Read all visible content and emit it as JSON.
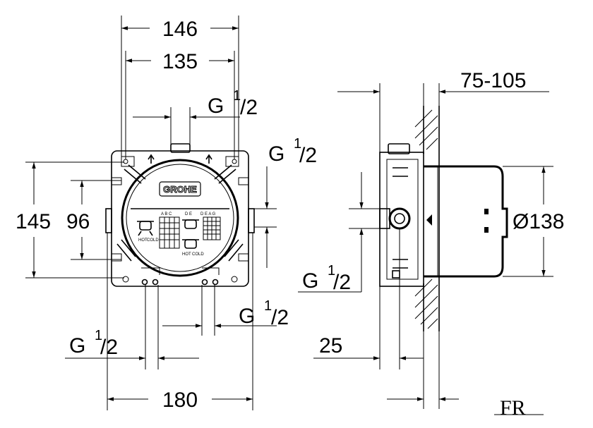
{
  "front_view": {
    "brand": "GROHE",
    "dims": {
      "width_outer": "146",
      "width_inner": "135",
      "height_outer": "145",
      "height_inner": "96",
      "base_width": "180"
    },
    "connectors": {
      "top": {
        "g": "G",
        "sup": "1",
        "den": "/2"
      },
      "right": {
        "g": "G",
        "sup": "1",
        "den": "/2"
      },
      "bottom_right": {
        "g": "G",
        "sup": "1",
        "den": "/2"
      },
      "bottom_left": {
        "g": "G",
        "sup": "1",
        "den": "/2"
      }
    },
    "panel_labels": {
      "abc": "A B C",
      "de": "D E",
      "deag": "D E A G",
      "hot": "HOT",
      "cold": "COLD"
    }
  },
  "side_view": {
    "dims": {
      "depth": "75-105",
      "diameter": "Ø138",
      "offset": "25"
    },
    "connector": {
      "g": "G",
      "sup": "1",
      "den": "/2"
    }
  },
  "logo": {
    "text": "FR"
  }
}
